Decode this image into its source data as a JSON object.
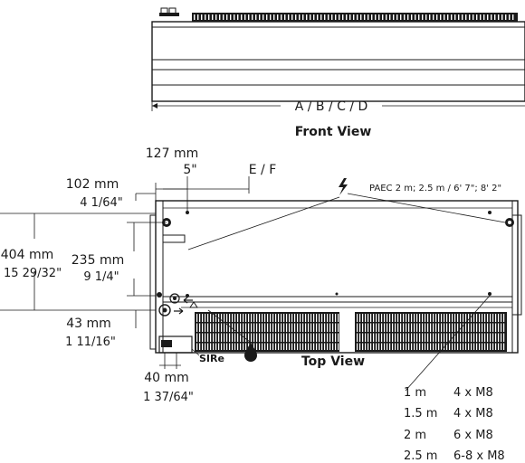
{
  "front_view": {
    "dim_label": "A / B / C / D",
    "caption": "Front View"
  },
  "top_view": {
    "caption": "Top View",
    "dim_127_mm": "127 mm",
    "dim_127_in": "5\"",
    "dim_ef": "E / F",
    "dim_102_mm": "102 mm",
    "dim_102_in": "4 1/64\"",
    "dim_404_mm": "404 mm",
    "dim_404_in": "15 29/32\"",
    "dim_235_mm": "235 mm",
    "dim_235_in": "9 1/4\"",
    "dim_43_mm": "43 mm",
    "dim_43_in": "1 11/16\"",
    "dim_40_mm": "40 mm",
    "dim_40_in": "1 37/64\"",
    "sire_label": "SIRe",
    "power_label": "PAEC 2 m; 2.5 m / 6' 7\"; 8' 2\"",
    "power_icon": "lightning-bolt-icon",
    "drain_icon": "water-drop-icon"
  },
  "fixings_table": {
    "rows": [
      {
        "length": "1 m",
        "screws": "4 x M8"
      },
      {
        "length": "1.5 m",
        "screws": "4 x M8"
      },
      {
        "length": "2 m",
        "screws": "6 x M8"
      },
      {
        "length": "2.5 m",
        "screws": "6-8 x M8"
      }
    ]
  },
  "colors": {
    "line": "#1a1a1a",
    "background": "#ffffff"
  }
}
